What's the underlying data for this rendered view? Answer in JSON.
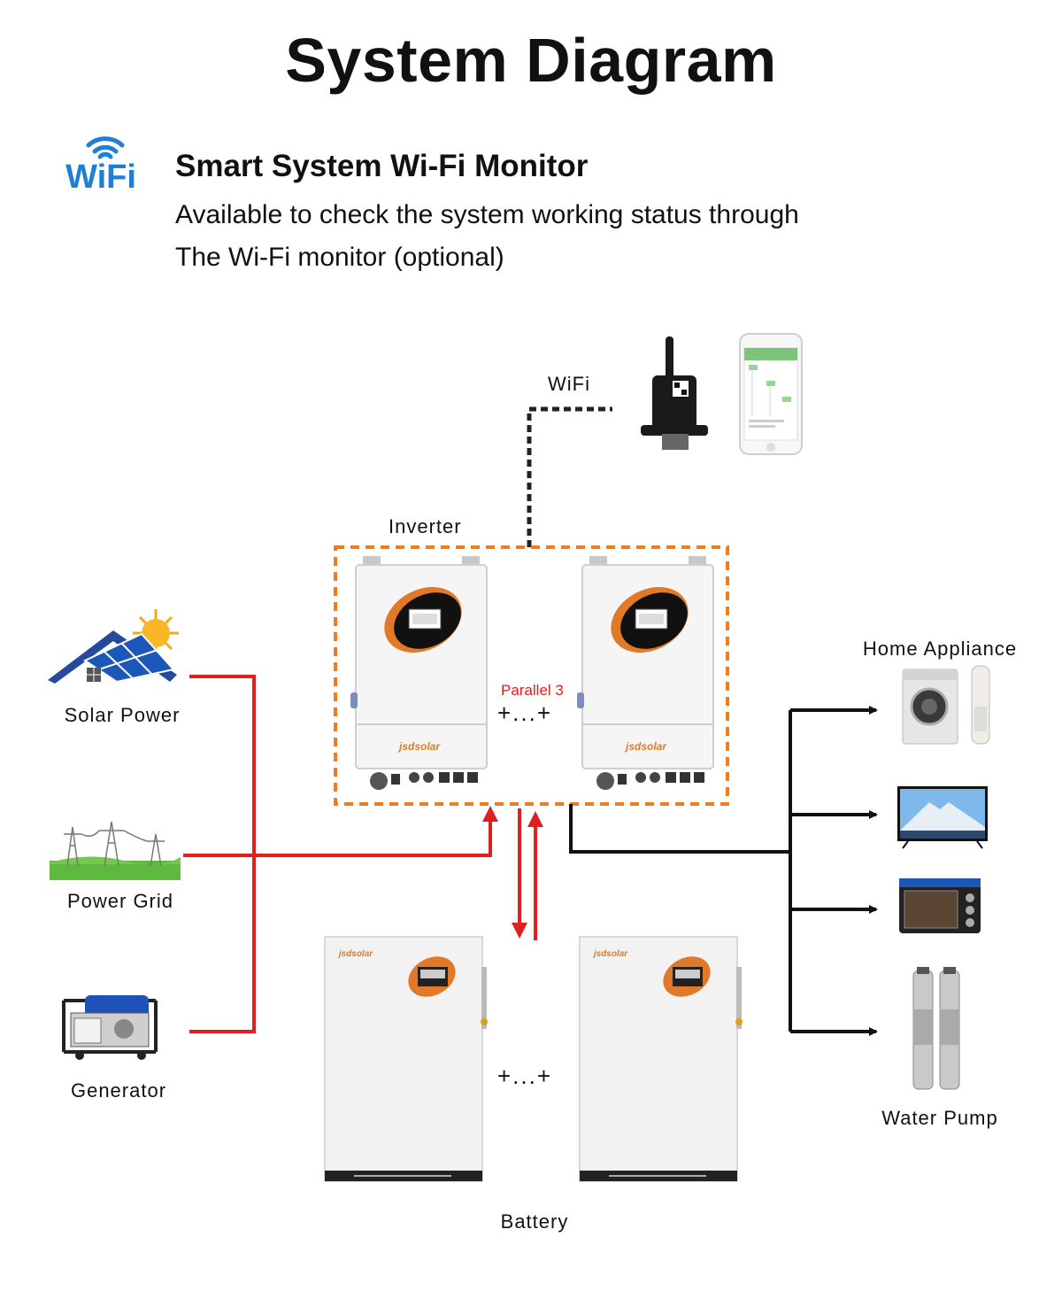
{
  "header": {
    "title": "System Diagram",
    "wifi_logo_text": "WiFi",
    "monitor_heading": "Smart System Wi-Fi Monitor",
    "monitor_desc_line1": "Available to check the system working status through",
    "monitor_desc_line2": "The Wi-Fi monitor (optional)"
  },
  "labels": {
    "wifi": "WiFi",
    "inverter": "Inverter",
    "parallel": "Parallel 3",
    "inverter_plus": "+...+",
    "battery_plus": "+...+",
    "battery": "Battery",
    "solar": "Solar Power",
    "grid": "Power Grid",
    "generator": "Generator",
    "home_appliance": "Home Appliance",
    "water_pump": "Water Pump",
    "brand": "jsdsolar"
  },
  "colors": {
    "wifi_blue": "#1f7fd6",
    "inverter_frame": "#f07d1a",
    "input_line": "#e0201c",
    "output_line": "#111111",
    "module_panel": "#e4e4e4"
  }
}
